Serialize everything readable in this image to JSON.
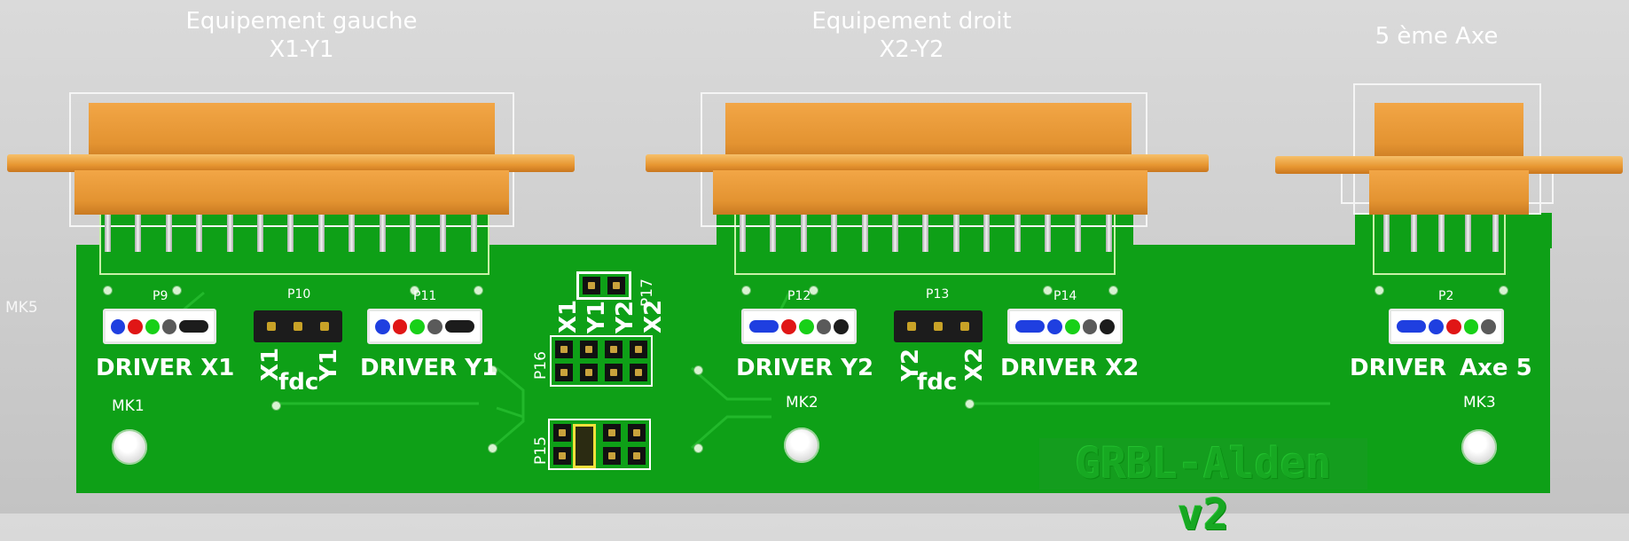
{
  "titles": {
    "left": [
      "Equipement gauche",
      "X1-Y1"
    ],
    "middle": [
      "Equipement droit",
      "X2-Y2"
    ],
    "right": "5 ème Axe"
  },
  "refs": {
    "p9": "P9",
    "p10": "P10",
    "p11": "P11",
    "p12": "P12",
    "p13": "P13",
    "p14": "P14",
    "p2": "P2",
    "p15": "P15",
    "p16": "P16",
    "p17": "P17",
    "mk1": "MK1",
    "mk2": "MK2",
    "mk3": "MK3",
    "mk5": "MK5"
  },
  "labels": {
    "driver_x1": "DRIVER X1",
    "driver_y1": "DRIVER Y1",
    "driver_y2": "DRIVER Y2",
    "driver_x2": "DRIVER X2",
    "driver_axe5_a": "DRIVER",
    "driver_axe5_b": "Axe 5",
    "fdc_left": "fdc",
    "fdc_right": "fdc",
    "x1": "X1",
    "y1": "Y1",
    "x2": "X2",
    "y2": "Y2",
    "p16_x1": "X1",
    "p16_y1": "Y1",
    "p16_y2": "Y2",
    "p16_x2": "X2"
  },
  "logo": "GRBL-Alden v2",
  "colors": {
    "board": "#0ea017",
    "connector": "#e79631",
    "led_blue": "#1f3fe0",
    "led_red": "#e01616",
    "led_green": "#18d018",
    "led_grey": "#5a5a5a"
  }
}
